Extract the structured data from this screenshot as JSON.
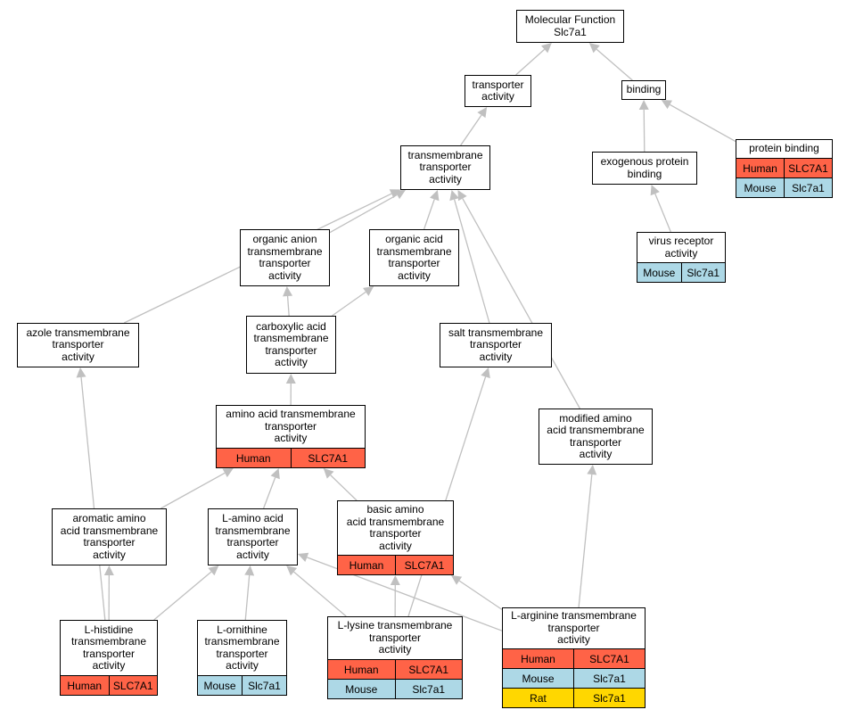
{
  "colors": {
    "human": "#ff6347",
    "mouse": "#add8e6",
    "rat": "#ffd700",
    "edge": "#c0c0c0",
    "border": "#000000"
  },
  "nodes": {
    "molecular_function": {
      "title": "Molecular Function\nSlc7a1"
    },
    "transporter_activity": {
      "title": "transporter\nactivity"
    },
    "binding": {
      "title": "binding"
    },
    "protein_binding": {
      "title": "protein binding",
      "rows": [
        {
          "species": "Human",
          "gene": "SLC7A1"
        },
        {
          "species": "Mouse",
          "gene": "Slc7a1"
        }
      ]
    },
    "transmembrane_transporter": {
      "title": "transmembrane\ntransporter\nactivity"
    },
    "exogenous_protein_binding": {
      "title": "exogenous protein\nbinding"
    },
    "virus_receptor": {
      "title": "virus receptor\nactivity",
      "rows": [
        {
          "species": "Mouse",
          "gene": "Slc7a1"
        }
      ]
    },
    "organic_anion": {
      "title": "organic anion\ntransmembrane\ntransporter\nactivity"
    },
    "organic_acid": {
      "title": "organic acid\ntransmembrane\ntransporter\nactivity"
    },
    "azole": {
      "title": "azole transmembrane\ntransporter\nactivity"
    },
    "carboxylic_acid": {
      "title": "carboxylic acid\ntransmembrane\ntransporter\nactivity"
    },
    "salt": {
      "title": "salt transmembrane\ntransporter\nactivity"
    },
    "amino_acid": {
      "title": "amino acid transmembrane\ntransporter\nactivity",
      "rows": [
        {
          "species": "Human",
          "gene": "SLC7A1"
        }
      ]
    },
    "modified_amino_acid": {
      "title": "modified amino\nacid transmembrane\ntransporter\nactivity"
    },
    "aromatic_amino_acid": {
      "title": "aromatic amino\nacid transmembrane\ntransporter\nactivity"
    },
    "l_amino_acid": {
      "title": "L-amino acid\ntransmembrane\ntransporter\nactivity"
    },
    "basic_amino_acid": {
      "title": "basic amino\nacid transmembrane\ntransporter\nactivity",
      "rows": [
        {
          "species": "Human",
          "gene": "SLC7A1"
        }
      ]
    },
    "l_histidine": {
      "title": "L-histidine\ntransmembrane\ntransporter\nactivity",
      "rows": [
        {
          "species": "Human",
          "gene": "SLC7A1"
        }
      ]
    },
    "l_ornithine": {
      "title": "L-ornithine\ntransmembrane\ntransporter\nactivity",
      "rows": [
        {
          "species": "Mouse",
          "gene": "Slc7a1"
        }
      ]
    },
    "l_lysine": {
      "title": "L-lysine transmembrane\ntransporter\nactivity",
      "rows": [
        {
          "species": "Human",
          "gene": "SLC7A1"
        },
        {
          "species": "Mouse",
          "gene": "Slc7a1"
        }
      ]
    },
    "l_arginine": {
      "title": "L-arginine transmembrane\ntransporter\nactivity",
      "rows": [
        {
          "species": "Human",
          "gene": "SLC7A1"
        },
        {
          "species": "Mouse",
          "gene": "Slc7a1"
        },
        {
          "species": "Rat",
          "gene": "Slc7a1"
        }
      ]
    }
  },
  "edges": [
    [
      "transporter_activity",
      "molecular_function"
    ],
    [
      "binding",
      "molecular_function"
    ],
    [
      "protein_binding",
      "binding"
    ],
    [
      "exogenous_protein_binding",
      "binding"
    ],
    [
      "virus_receptor",
      "exogenous_protein_binding"
    ],
    [
      "transmembrane_transporter",
      "transporter_activity"
    ],
    [
      "organic_anion",
      "transmembrane_transporter"
    ],
    [
      "organic_acid",
      "transmembrane_transporter"
    ],
    [
      "azole",
      "transmembrane_transporter"
    ],
    [
      "salt",
      "transmembrane_transporter"
    ],
    [
      "modified_amino_acid",
      "transmembrane_transporter"
    ],
    [
      "carboxylic_acid",
      "organic_anion"
    ],
    [
      "carboxylic_acid",
      "organic_acid"
    ],
    [
      "amino_acid",
      "carboxylic_acid"
    ],
    [
      "aromatic_amino_acid",
      "amino_acid"
    ],
    [
      "l_amino_acid",
      "amino_acid"
    ],
    [
      "basic_amino_acid",
      "amino_acid"
    ],
    [
      "l_histidine",
      "aromatic_amino_acid"
    ],
    [
      "l_histidine",
      "azole"
    ],
    [
      "l_histidine",
      "l_amino_acid"
    ],
    [
      "l_ornithine",
      "l_amino_acid"
    ],
    [
      "l_lysine",
      "l_amino_acid"
    ],
    [
      "l_lysine",
      "basic_amino_acid"
    ],
    [
      "l_lysine",
      "salt"
    ],
    [
      "l_arginine",
      "l_amino_acid"
    ],
    [
      "l_arginine",
      "basic_amino_acid"
    ],
    [
      "l_arginine",
      "modified_amino_acid"
    ]
  ]
}
